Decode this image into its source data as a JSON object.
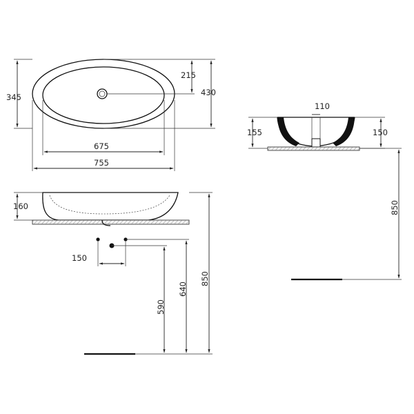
{
  "drawing": {
    "plan_view": {
      "length_inner": "675",
      "length_outer": "755",
      "width_inner": "345",
      "width_outer": "430",
      "drain_offset": "215"
    },
    "front_elevation": {
      "bowl_height": "160",
      "waste_spacing": "150",
      "waste_height_low": "590",
      "waste_height_high": "640",
      "top_height": "850"
    },
    "side_elevation": {
      "drain_width": "110",
      "height_left": "155",
      "height_right": "150",
      "top_height": "850"
    }
  },
  "colors": {
    "line": "#222222",
    "floor_fill": "#f3f3f3"
  }
}
